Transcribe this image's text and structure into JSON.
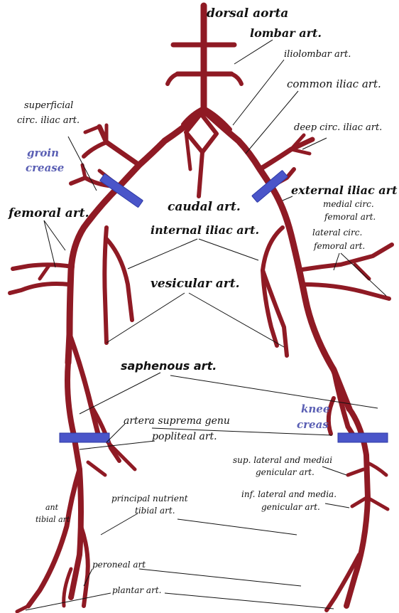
{
  "colors": {
    "artery": "#8f1a24",
    "artery_dark": "#5e0c14",
    "crease_marker": "#4a55c9",
    "crease_label": "#5a5fb4",
    "label": "#111111"
  },
  "labels": {
    "dorsal_aorta": "dorsal aorta",
    "lombar_art": "lombar art.",
    "iliolombar_art": "iliolombar art.",
    "common_iliac_art": "common iliac art.",
    "superficial_circ_iliac_line1": "superficial",
    "superficial_circ_iliac_line2": "circ. iliac art.",
    "deep_circ_iliac_art": "deep circ. iliac art.",
    "groin_crease_line1": "groin",
    "groin_crease_line2": "crease",
    "external_iliac_art": "external iliac art",
    "femoral_art": "femoral art.",
    "caudal_art": "caudal art.",
    "internal_iliac_art": "internal iliac art.",
    "medial_circ_femoral_line1": "medial circ.",
    "medial_circ_femoral_line2": "femoral art.",
    "lateral_circ_femoral_line1": "lateral circ.",
    "lateral_circ_femoral_line2": "femoral art.",
    "vesicular_art": "vesicular art.",
    "saphenous_art": "saphenous art.",
    "knee_crease_line1": "knee",
    "knee_crease_line2": "creas",
    "artera_suprema_genu": "artera suprema genu",
    "popliteal_art": "popliteal art.",
    "sup_genicular_line1": "sup. lateral and mediai",
    "sup_genicular_line2": "genicular art.",
    "inf_genicular_line1": "inf. lateral and media.",
    "inf_genicular_line2": "genicular art.",
    "principal_nutrient_line1": "principal nutrient",
    "principal_nutrient_line2": "tibial art.",
    "ant_tibial_line1": "ant",
    "ant_tibial_line2": "tibial art",
    "peroneal_art": "peroneal art",
    "plantar_art": "plantar art."
  }
}
